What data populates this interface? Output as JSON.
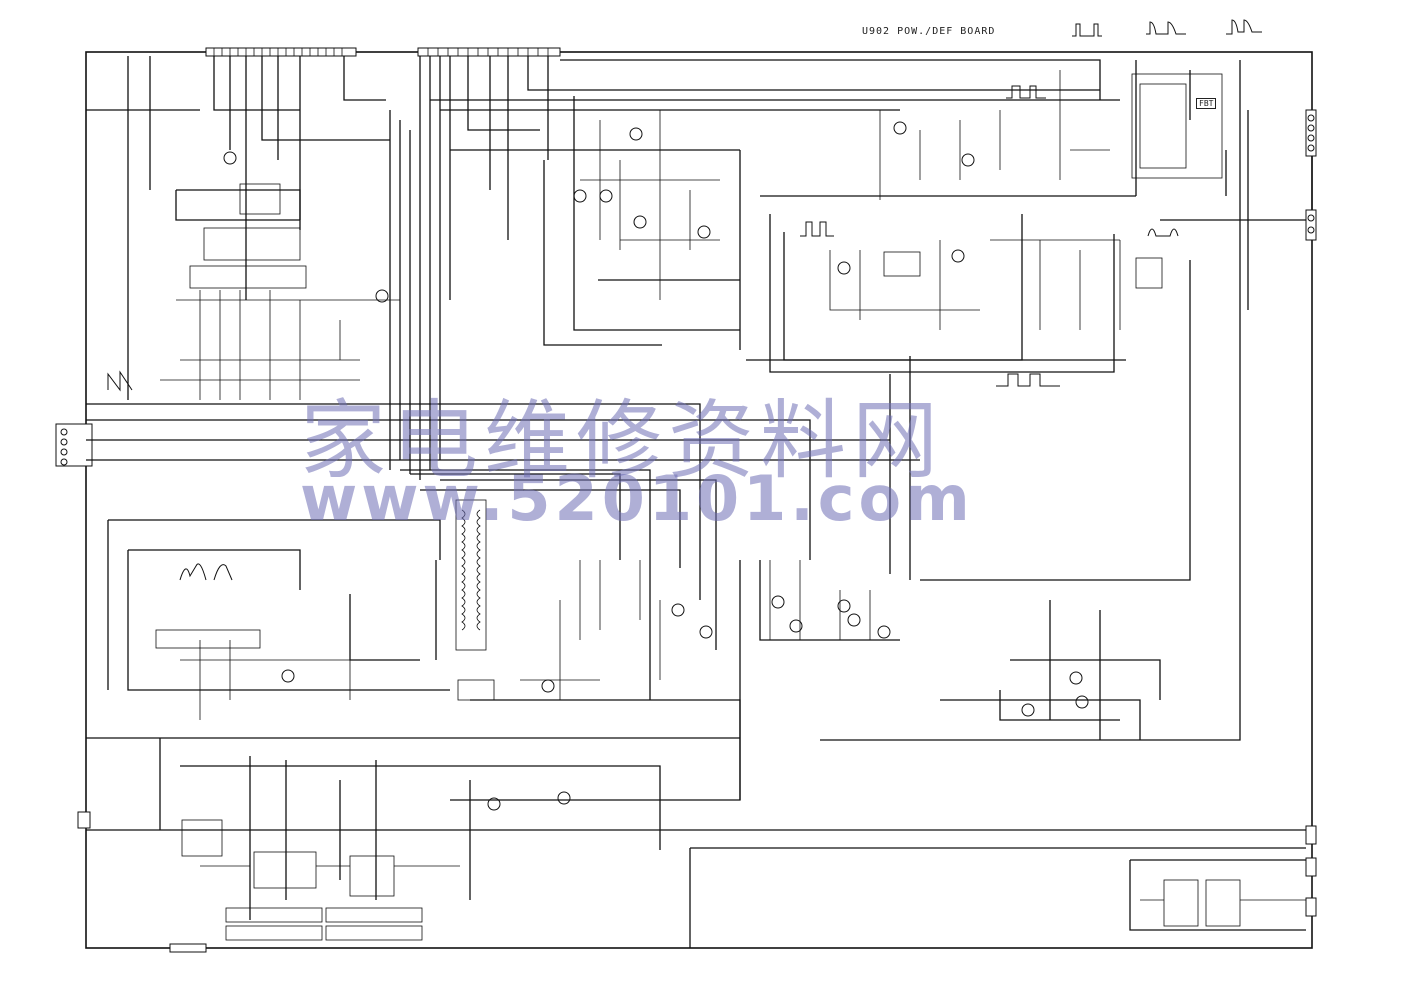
{
  "diagram": {
    "board_title": "U902 POW./DEF BOARD",
    "fbt_label": "FBT",
    "watermark_cn": "家电维修资料网",
    "watermark_url": "www.520101.com"
  },
  "colors": {
    "line": "#111111",
    "watermark": "#6e6eb4",
    "background": "#ffffff"
  }
}
